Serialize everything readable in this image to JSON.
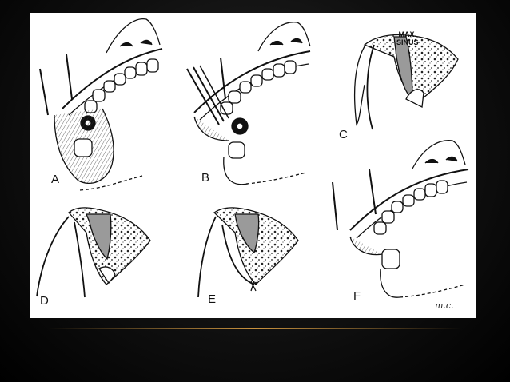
{
  "figure": {
    "panels": [
      {
        "id": "A",
        "label": "A"
      },
      {
        "id": "B",
        "label": "B"
      },
      {
        "id": "C",
        "label": "C"
      },
      {
        "id": "D",
        "label": "D"
      },
      {
        "id": "E",
        "label": "E"
      },
      {
        "id": "F",
        "label": "F"
      }
    ],
    "sinus_label_line1": "MAX.",
    "sinus_label_line2": "SINUS",
    "signature": "m.c."
  },
  "colors": {
    "background": "#000000",
    "card": "#ffffff",
    "ink": "#111111",
    "divider_accent": "#c9923e",
    "sinus_fill": "#9a9a9a"
  }
}
